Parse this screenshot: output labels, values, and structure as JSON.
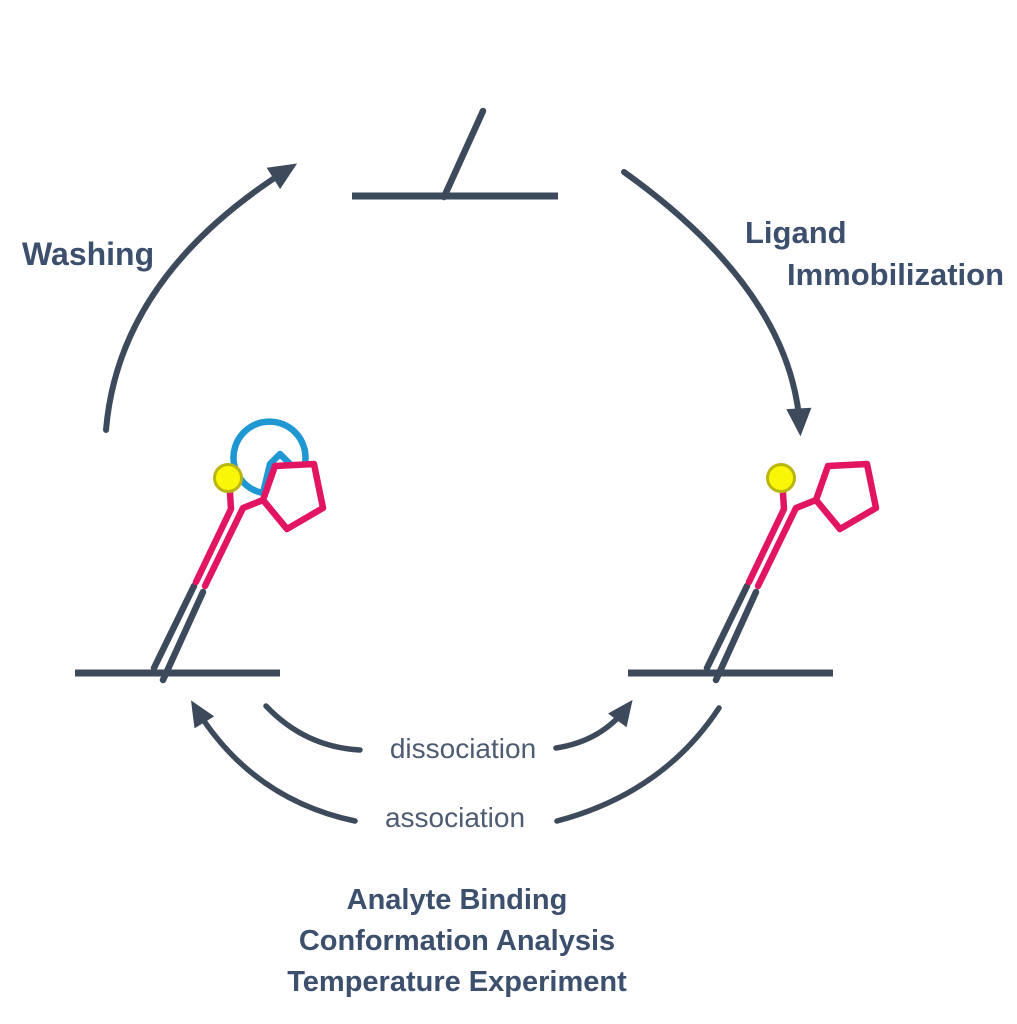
{
  "labels": {
    "washing": "Washing",
    "ligand_immobilization": [
      "Ligand",
      "Immobilization"
    ],
    "dissociation": "dissociation",
    "association": "association",
    "bottom": [
      "Analyte Binding",
      "Conformation Analysis",
      "Temperature Experiment"
    ]
  },
  "colors": {
    "background": "#ffffff",
    "line_slate": "#3d4a5c",
    "text_slate": "#3c4f6d",
    "small_text": "#4d5c72",
    "pink": "#e11562",
    "blue": "#1f97d3",
    "yellow_fill": "#f9f608",
    "yellow_stroke": "#b9b511"
  },
  "icons": {
    "analyte": "pacman-circle",
    "fluorophore": "yellow-dot",
    "aptamer_loop": "pink-pentagon",
    "sensor": "surface-line-with-linker"
  }
}
